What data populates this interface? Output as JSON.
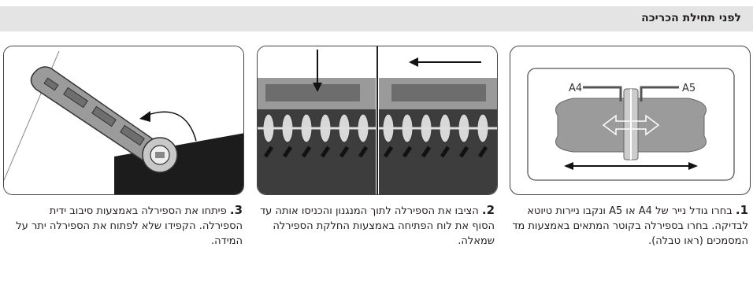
{
  "header": {
    "title": "לפני תחילת הכריכה"
  },
  "panels": {
    "one": {
      "label_a4": "A4",
      "label_a5": "A5"
    }
  },
  "steps": [
    {
      "num": "1.",
      "text": "בחרו גודל נייר של A4 או A5 ונקבו ניירות טיוטא לבדיקה. בחרו בספירלה בקוטר המתאים באמצעות מד המסמכים (ראו טבלה)."
    },
    {
      "num": "2.",
      "text": "הציבו את הספירלה לתוך המנגנון והכניסו אותה עד הסוף את לוח הפתיחה באמצעות החלקת הספירלה שמאלה."
    },
    {
      "num": "3.",
      "text": "פיתחו את הספירלה באמצעות סיבוב ידית הספירלה. הקפידו שלא לפתוח את הספירלה יתר על המידה."
    }
  ],
  "icons": [
    "gauge-illustration",
    "mechanism-illustration",
    "handle-illustration"
  ]
}
